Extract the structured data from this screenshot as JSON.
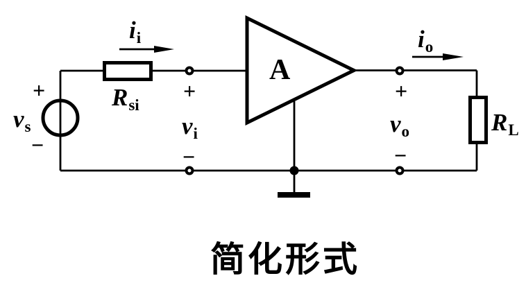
{
  "colors": {
    "ink": "#000000",
    "background": "#ffffff"
  },
  "amplifier": {
    "gain_label": "A"
  },
  "components": {
    "source_voltage": {
      "main": "v",
      "sub": "s"
    },
    "source_resistor": {
      "main": "R",
      "sub": "si"
    },
    "input_current": {
      "main": "i",
      "sub": "i"
    },
    "input_voltage": {
      "main": "v",
      "sub": "i"
    },
    "output_current": {
      "main": "i",
      "sub": "o"
    },
    "output_voltage": {
      "main": "v",
      "sub": "o"
    },
    "load_resistor": {
      "main": "R",
      "sub": "L"
    }
  },
  "signs": {
    "plus": "+",
    "minus": "−"
  },
  "caption": "简化形式"
}
